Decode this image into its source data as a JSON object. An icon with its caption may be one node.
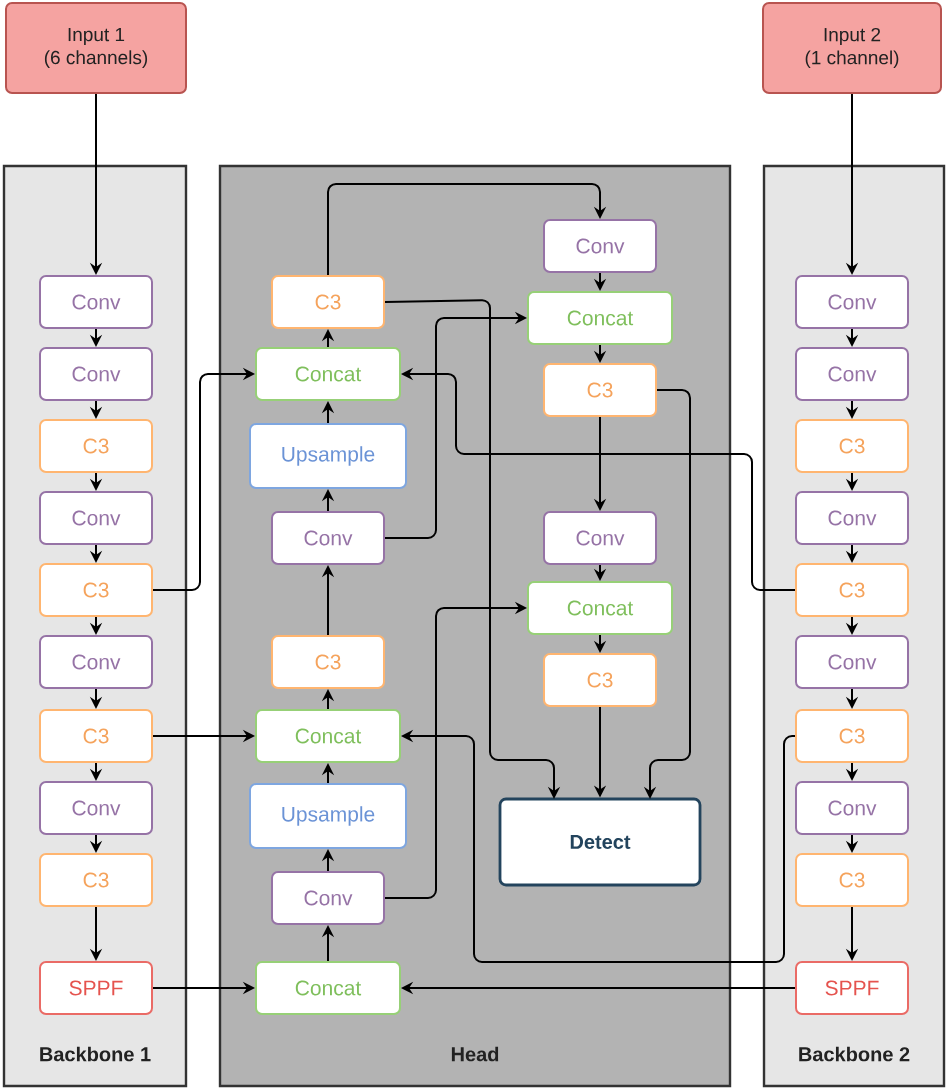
{
  "diagram": {
    "nodes": [
      {
        "text": [
          "Input 1",
          "(6 channels)"
        ]
      },
      {
        "text": [
          "Input 2",
          "(1 channel)"
        ]
      },
      {
        "text": [
          "Backbone 1"
        ]
      },
      {
        "text": [
          "Conv"
        ],
        "in": 2
      },
      {
        "text": [
          "Conv"
        ],
        "in": 2
      },
      {
        "text": [
          "C3"
        ],
        "in": 2
      },
      {
        "text": [
          "Conv"
        ],
        "in": 2
      },
      {
        "text": [
          "C3"
        ],
        "in": 2
      },
      {
        "text": [
          "Conv"
        ],
        "in": 2
      },
      {
        "text": [
          "C3"
        ],
        "in": 2
      },
      {
        "text": [
          "Conv"
        ],
        "in": 2
      },
      {
        "text": [
          "C3"
        ],
        "in": 2
      },
      {
        "text": [
          "SPPF"
        ],
        "in": 2
      },
      {
        "text": [
          "Head"
        ]
      },
      {
        "text": [
          "C3"
        ],
        "in": 13
      },
      {
        "text": [
          "Concat"
        ],
        "in": 13
      },
      {
        "text": [
          "Upsample"
        ],
        "in": 13
      },
      {
        "text": [
          "Conv"
        ],
        "in": 13
      },
      {
        "text": [
          "C3"
        ],
        "in": 13
      },
      {
        "text": [
          "Concat"
        ],
        "in": 13
      },
      {
        "text": [
          "Upsample"
        ],
        "in": 13
      },
      {
        "text": [
          "Conv"
        ],
        "in": 13
      },
      {
        "text": [
          "Concat"
        ],
        "in": 13
      },
      {
        "text": [
          "Conv"
        ],
        "in": 13
      },
      {
        "text": [
          "Concat"
        ],
        "in": 13
      },
      {
        "text": [
          "C3"
        ],
        "in": 13
      },
      {
        "text": [
          "Conv"
        ],
        "in": 13
      },
      {
        "text": [
          "Concat"
        ],
        "in": 13
      },
      {
        "text": [
          "C3"
        ],
        "in": 13
      },
      {
        "text": [
          "Detect"
        ],
        "in": 13
      },
      {
        "text": [
          "Backbone 2"
        ]
      },
      {
        "text": [
          "Conv"
        ],
        "in": 30
      },
      {
        "text": [
          "Conv"
        ],
        "in": 30
      },
      {
        "text": [
          "C3"
        ],
        "in": 30
      },
      {
        "text": [
          "Conv"
        ],
        "in": 30
      },
      {
        "text": [
          "C3"
        ],
        "in": 30
      },
      {
        "text": [
          "Conv"
        ],
        "in": 30
      },
      {
        "text": [
          "C3"
        ],
        "in": 30
      },
      {
        "text": [
          "Conv"
        ],
        "in": 30
      },
      {
        "text": [
          "C3"
        ],
        "in": 30
      },
      {
        "text": [
          "SPPF"
        ],
        "in": 30
      }
    ],
    "edges": [
      {
        "from": 0,
        "to": 3,
        "arrow": "to"
      },
      {
        "from": 3,
        "to": 4,
        "arrow": "to"
      },
      {
        "from": 4,
        "to": 5,
        "arrow": "to"
      },
      {
        "from": 5,
        "to": 6,
        "arrow": "to"
      },
      {
        "from": 6,
        "to": 7,
        "arrow": "to"
      },
      {
        "from": 7,
        "to": 8,
        "arrow": "to"
      },
      {
        "from": 8,
        "to": 9,
        "arrow": "to"
      },
      {
        "from": 9,
        "to": 10,
        "arrow": "to"
      },
      {
        "from": 10,
        "to": 11,
        "arrow": "to"
      },
      {
        "from": 11,
        "to": 12,
        "arrow": "to"
      },
      {
        "from": 7,
        "to": 15,
        "arrow": "to"
      },
      {
        "from": 9,
        "to": 19,
        "arrow": "to"
      },
      {
        "from": 12,
        "to": 22,
        "arrow": "to"
      },
      {
        "from": 1,
        "to": 31,
        "arrow": "to"
      },
      {
        "from": 31,
        "to": 32,
        "arrow": "to"
      },
      {
        "from": 32,
        "to": 33,
        "arrow": "to"
      },
      {
        "from": 33,
        "to": 34,
        "arrow": "to"
      },
      {
        "from": 34,
        "to": 35,
        "arrow": "to"
      },
      {
        "from": 35,
        "to": 36,
        "arrow": "to"
      },
      {
        "from": 36,
        "to": 37,
        "arrow": "to"
      },
      {
        "from": 37,
        "to": 38,
        "arrow": "to"
      },
      {
        "from": 38,
        "to": 39,
        "arrow": "to"
      },
      {
        "from": 39,
        "to": 40,
        "arrow": "to"
      },
      {
        "from": 35,
        "to": 15,
        "arrow": "to"
      },
      {
        "from": 37,
        "to": 19,
        "arrow": "to"
      },
      {
        "from": 40,
        "to": 22,
        "arrow": "to"
      },
      {
        "from": 22,
        "to": 21,
        "arrow": "to"
      },
      {
        "from": 21,
        "to": 20,
        "arrow": "to"
      },
      {
        "from": 20,
        "to": 19,
        "arrow": "to"
      },
      {
        "from": 19,
        "to": 18,
        "arrow": "to"
      },
      {
        "from": 18,
        "to": 17,
        "arrow": "to"
      },
      {
        "from": 17,
        "to": 16,
        "arrow": "to"
      },
      {
        "from": 16,
        "to": 15,
        "arrow": "to"
      },
      {
        "from": 15,
        "to": 14,
        "arrow": "to"
      },
      {
        "from": 14,
        "to": 23,
        "arrow": "to"
      },
      {
        "from": 23,
        "to": 24,
        "arrow": "to"
      },
      {
        "from": 24,
        "to": 25,
        "arrow": "to"
      },
      {
        "from": 25,
        "to": 26,
        "arrow": "to"
      },
      {
        "from": 26,
        "to": 27,
        "arrow": "to"
      },
      {
        "from": 27,
        "to": 28,
        "arrow": "to"
      },
      {
        "from": 28,
        "to": 29,
        "arrow": "to"
      },
      {
        "from": 17,
        "to": 24,
        "arrow": "to"
      },
      {
        "from": 21,
        "to": 27,
        "arrow": "to"
      },
      {
        "from": 14,
        "to": 29,
        "arrow": "to"
      },
      {
        "from": 25,
        "to": 29,
        "arrow": "to"
      }
    ]
  }
}
